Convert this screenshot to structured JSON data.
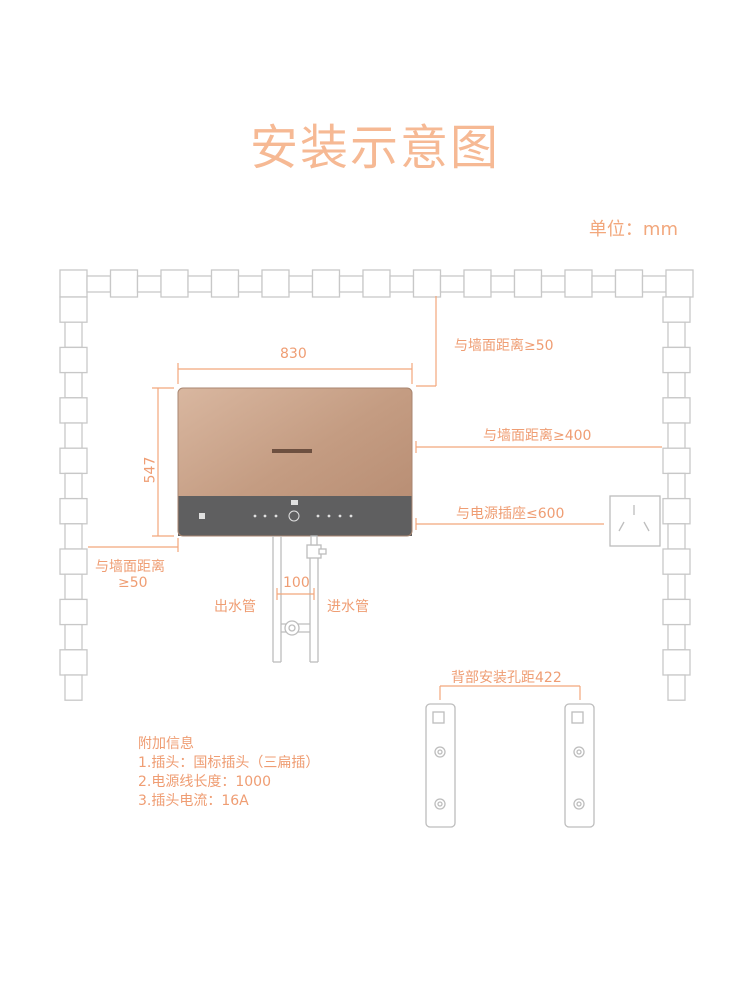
{
  "title": "安装示意图",
  "unit_label": "单位：mm",
  "dimensions": {
    "width": "830",
    "height": "547",
    "pipe_spacing": "100",
    "wall_top": "与墙面距离≥50",
    "wall_right": "与墙面距离≥400",
    "socket": "与电源插座≤600",
    "wall_left_line1": "与墙面距离",
    "wall_left_line2": "≥50",
    "bracket_spacing": "背部安装孔距422"
  },
  "pipes": {
    "outlet": "出水管",
    "inlet": "进水管"
  },
  "info": {
    "heading": "附加信息",
    "lines": [
      "1.插头：国标插头（三扁插）",
      "2.电源线长度：1000",
      "3.插头电流：16A"
    ]
  },
  "colors": {
    "accent": "#f2a77c",
    "line": "#c8c8c8",
    "heater_body": "#c9a48a",
    "heater_panel": "#5f5f60"
  }
}
